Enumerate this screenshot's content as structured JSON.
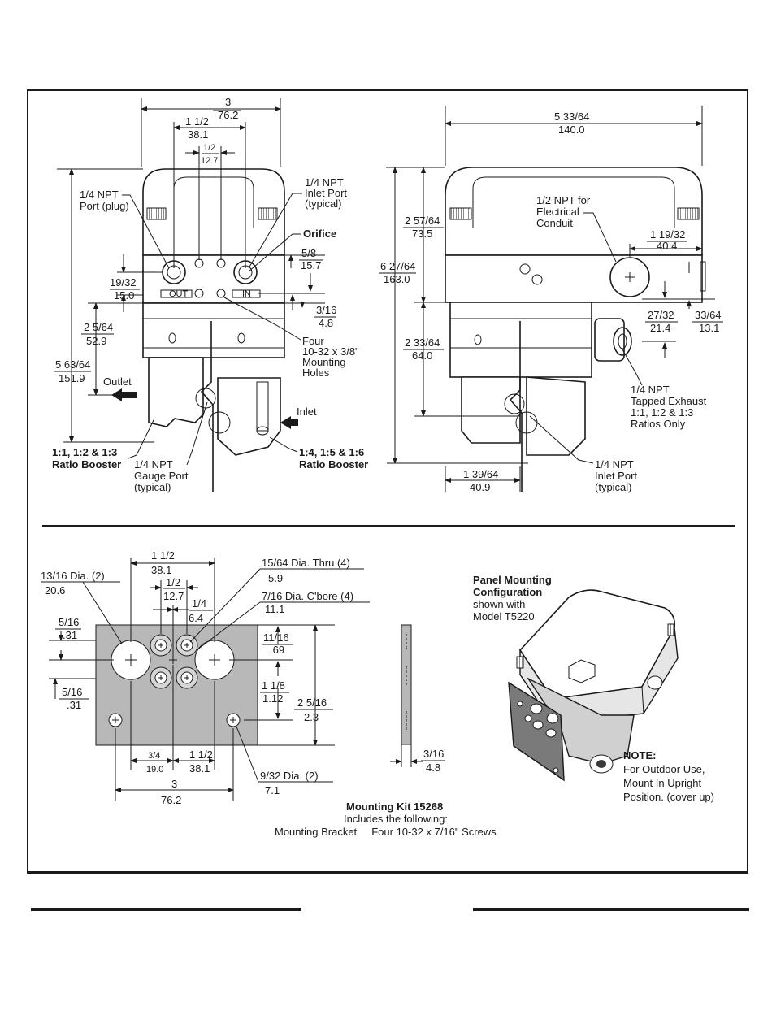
{
  "front_view": {
    "overall_width": {
      "inch": "3",
      "mm": "76.2"
    },
    "port_spacing": {
      "inch": "1 1/2",
      "mm": "38.1"
    },
    "hole_spacing": {
      "inch": "1/2",
      "mm": "12.7"
    },
    "port_plug_label": [
      "1/4 NPT",
      "Port (plug)"
    ],
    "inlet_port_label": [
      "1/4 NPT",
      "Inlet Port",
      "(typical)"
    ],
    "orifice_label": "Orifice",
    "dim_5_8": {
      "inch": "5/8",
      "mm": "15.7"
    },
    "dim_19_32": {
      "inch": "19/32",
      "mm": "15.0"
    },
    "dim_3_16": {
      "inch": "3/16",
      "mm": "4.8"
    },
    "dim_2_5_64": {
      "inch": "2 5/64",
      "mm": "52.9"
    },
    "dim_5_63_64": {
      "inch": "5 63/64",
      "mm": "151.9"
    },
    "mounting_holes_label": [
      "Four",
      "10-32 x 3/8\"",
      "Mounting",
      "Holes"
    ],
    "outlet_label": "Outlet",
    "inlet_label": "Inlet",
    "port_out_tag": "OUT",
    "port_in_tag": "IN",
    "ratio_left": [
      "1:1, 1:2 & 1:3",
      "Ratio Booster"
    ],
    "gauge_port_label": [
      "1/4 NPT",
      "Gauge Port",
      "(typical)"
    ],
    "ratio_right": [
      "1:4, 1:5 & 1:6",
      "Ratio Booster"
    ]
  },
  "side_view": {
    "overall_depth": {
      "inch": "5 33/64",
      "mm": "140.0"
    },
    "conduit_label": [
      "1/2 NPT for",
      "Electrical",
      "Conduit"
    ],
    "dim_2_57_64": {
      "inch": "2 57/64",
      "mm": "73.5"
    },
    "dim_6_27_64": {
      "inch": "6 27/64",
      "mm": "163.0"
    },
    "dim_1_19_32": {
      "inch": "1 19/32",
      "mm": "40.4"
    },
    "dim_27_32": {
      "inch": "27/32",
      "mm": "21.4"
    },
    "dim_33_64": {
      "inch": "33/64",
      "mm": "13.1"
    },
    "dim_2_33_64": {
      "inch": "2 33/64",
      "mm": "64.0"
    },
    "exhaust_label": [
      "1/4 NPT",
      "Tapped Exhaust",
      "1:1, 1:2 & 1:3",
      "Ratios Only"
    ],
    "dim_1_39_64": {
      "inch": "1 39/64",
      "mm": "40.9"
    },
    "inlet_port_label": [
      "1/4 NPT",
      "Inlet Port",
      "(typical)"
    ]
  },
  "bracket": {
    "dim_1_1_2": {
      "inch": "1 1/2",
      "mm": "38.1"
    },
    "dim_1_2": {
      "inch": "1/2",
      "mm": "12.7"
    },
    "dim_1_4": {
      "inch": "1/4",
      "mm": "6.4"
    },
    "dia_13_16": {
      "inch": "13/16 Dia. (2)",
      "mm": "20.6"
    },
    "dia_15_64": {
      "inch": "15/64 Dia. Thru (4)",
      "mm": "5.9"
    },
    "dia_7_16": {
      "inch": "7/16 Dia. C'bore (4)",
      "mm": "11.1"
    },
    "dim_5_16_top": {
      "inch": "5/16",
      "mm": ".31"
    },
    "dim_5_16_bot": {
      "inch": "5/16",
      "mm": ".31"
    },
    "dim_11_16": {
      "inch": "11/16",
      "mm": ".69"
    },
    "dim_1_1_8": {
      "inch": "1 1/8",
      "mm": "1.12"
    },
    "dim_2_5_16": {
      "inch": "2 5/16",
      "mm": "2.3"
    },
    "dim_3_4": {
      "inch": "3/4",
      "mm": "19.0"
    },
    "dim_1_1_2_b": {
      "inch": "1 1/2",
      "mm": "38.1"
    },
    "dim_3": {
      "inch": "3",
      "mm": "76.2"
    },
    "dia_9_32": {
      "inch": "9/32 Dia. (2)",
      "mm": "7.1"
    },
    "dim_3_16": {
      "inch": "3/16",
      "mm": "4.8"
    }
  },
  "panel": {
    "title_lines": [
      "Panel Mounting",
      "Configuration"
    ],
    "sub_lines": [
      "shown with",
      "Model T5220"
    ],
    "note_title": "NOTE:",
    "note_lines": [
      "For Outdoor Use,",
      "Mount In Upright",
      "Position. (cover up)"
    ]
  },
  "kit": {
    "title": "Mounting Kit  15268",
    "includes": "Includes the following:",
    "items": "Mounting Bracket     Four 10-32 x 7/16\" Screws"
  }
}
